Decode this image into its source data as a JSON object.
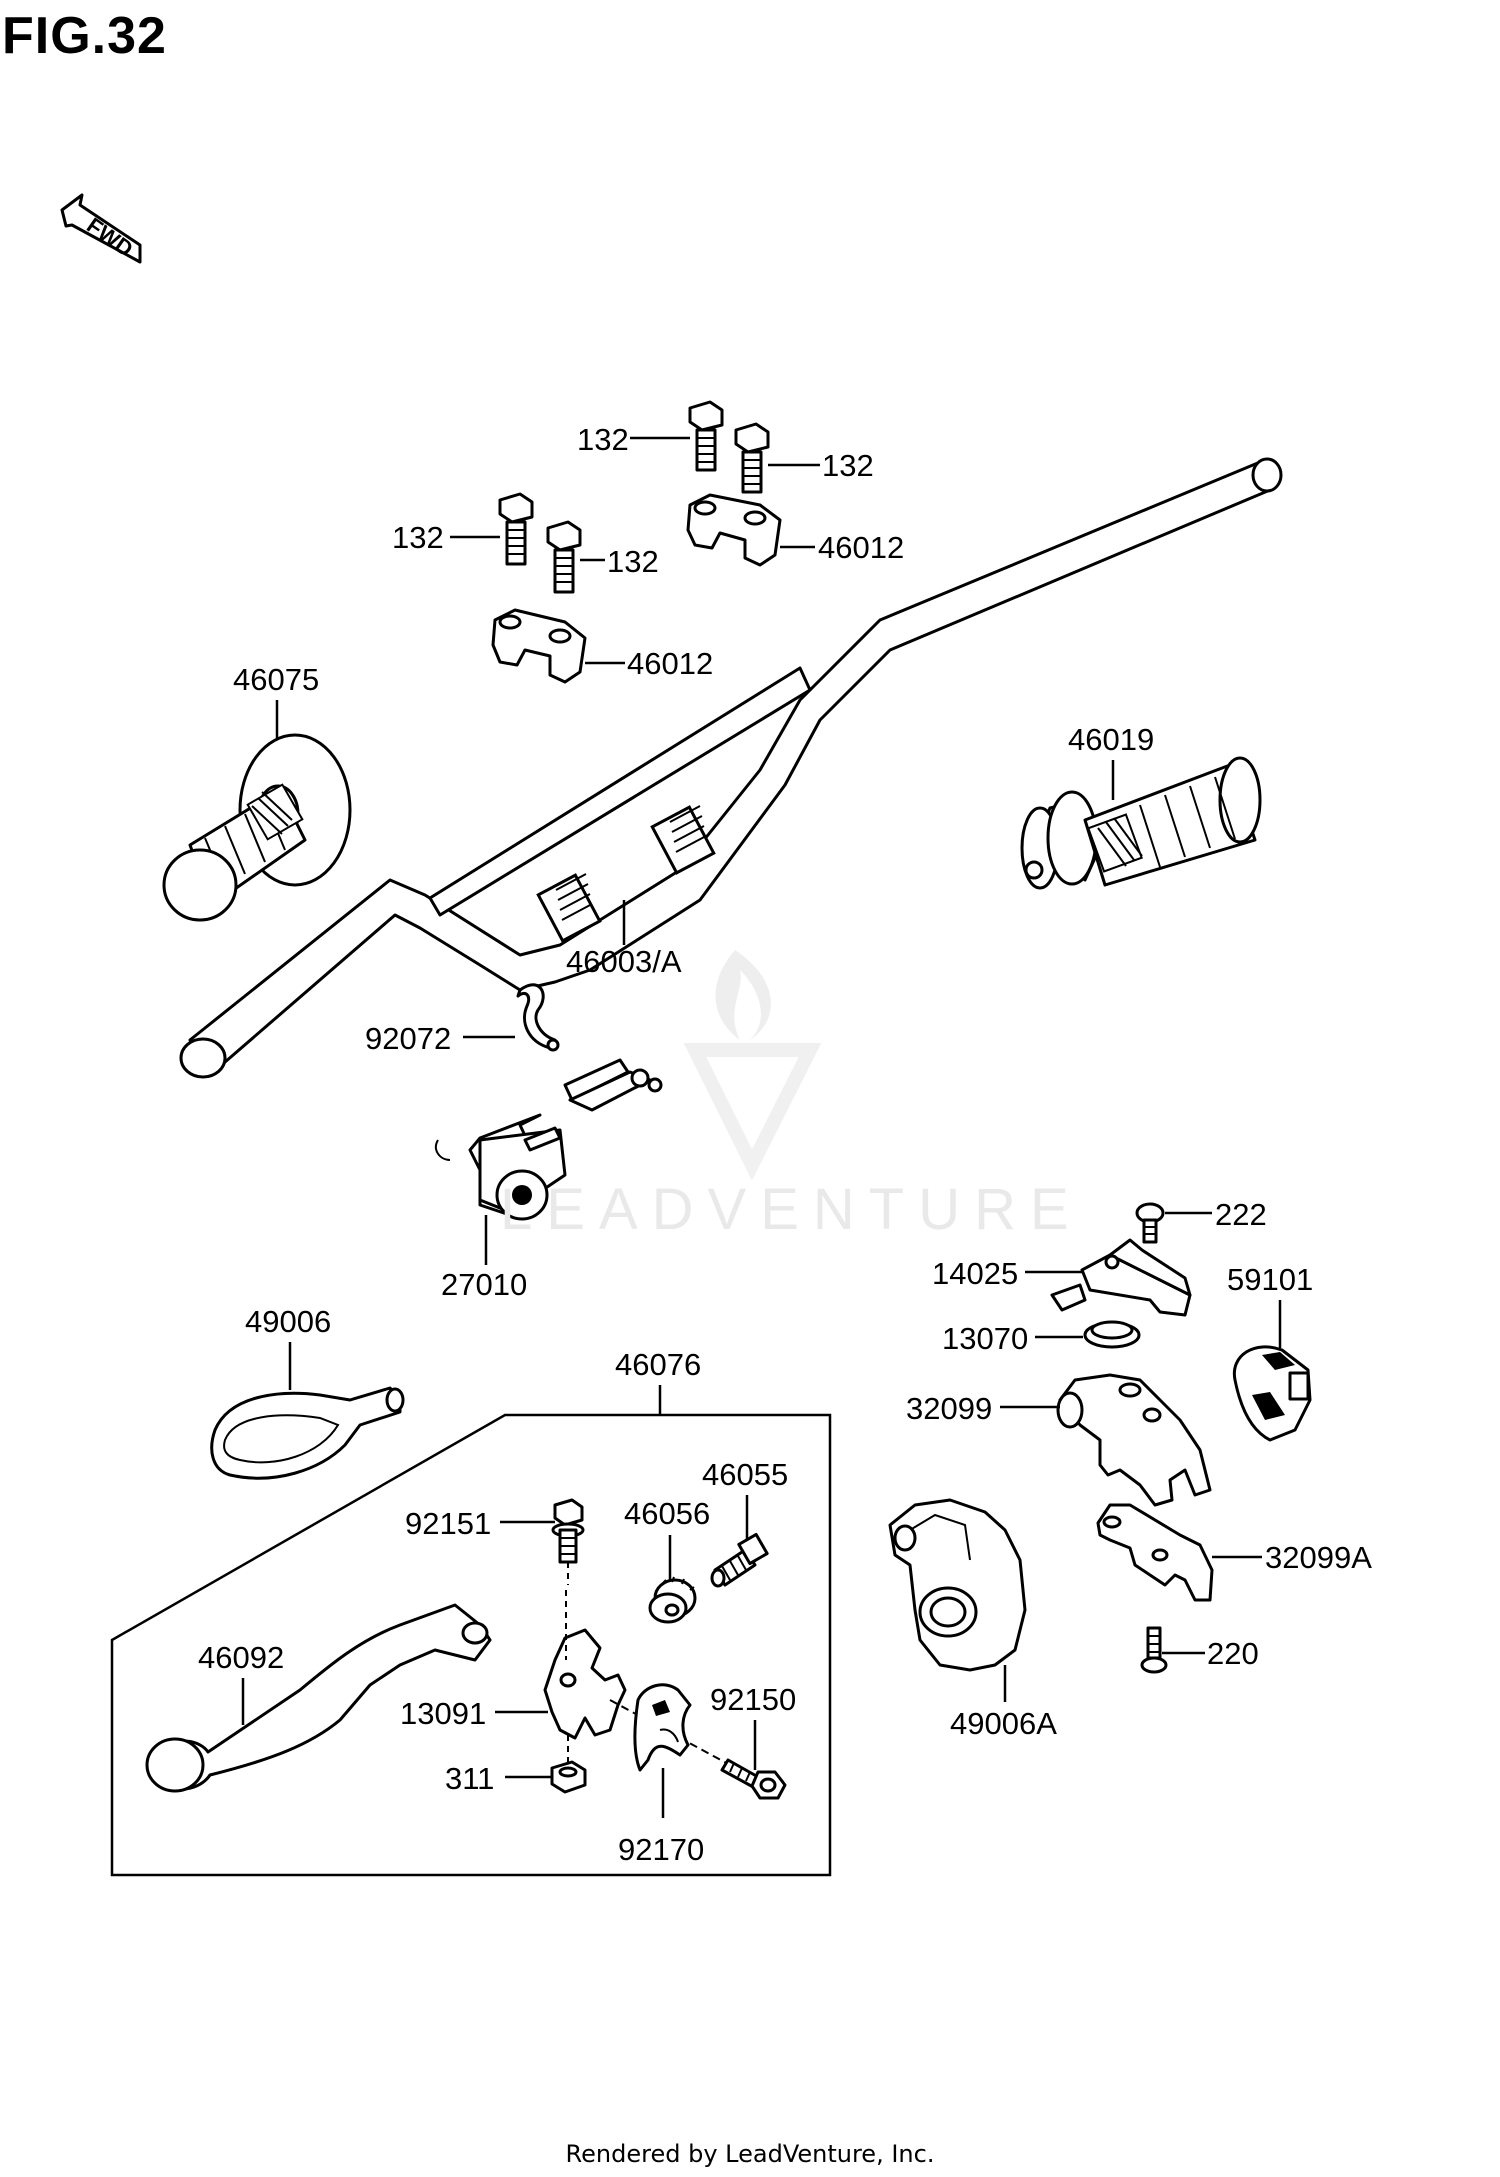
{
  "figure": {
    "title": "FIG.32"
  },
  "fwd_arrow": {
    "text": "FWD",
    "icon": "fwd-arrow-icon"
  },
  "watermark": {
    "text": "LEADVENTURE",
    "icon": "leadventure-logo-icon"
  },
  "footer": {
    "text": "Rendered by LeadVenture, Inc."
  },
  "callouts": {
    "bolt_132_a": "132",
    "bolt_132_b": "132",
    "bolt_132_c": "132",
    "bolt_132_d": "132",
    "holder_46012_a": "46012",
    "holder_46012_b": "46012",
    "grip_46075": "46075",
    "grip_46019": "46019",
    "handlebar_46003": "46003/A",
    "clamp_92072": "92072",
    "switch_27010": "27010",
    "screw_222": "222",
    "cover_14025": "14025",
    "ring_13070": "13070",
    "housing_32099": "32099",
    "collar_59101": "59101",
    "boot_49006": "49006",
    "lever_assy_46076": "46076",
    "adjuster_46055": "46055",
    "nut_46056": "46056",
    "bolt_92151": "92151",
    "lever_46092": "46092",
    "holder_13091": "13091",
    "bolt_92150": "92150",
    "nut_311": "311",
    "collar_92170": "92170",
    "housing_32099a": "32099A",
    "cover_49006a": "49006A",
    "screw_220": "220"
  }
}
